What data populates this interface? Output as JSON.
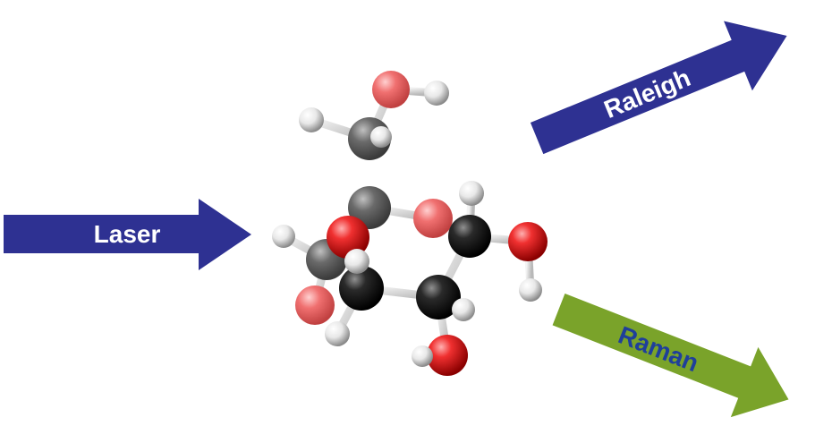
{
  "arrows": {
    "laser": {
      "label": "Laser",
      "fill": "#2E3192",
      "text_color": "#FFFFFF"
    },
    "raleigh": {
      "label": "Raleigh",
      "fill": "#2E3192",
      "text_color": "#FFFFFF"
    },
    "raman": {
      "label": "Raman",
      "fill": "#7AA32A",
      "text_color": "#1F3F9A"
    }
  },
  "colors": {
    "oxygen": "#E32020",
    "carbon": "#1A1A1A",
    "hydrogen": "#EEEEEE",
    "bond": "#DDDDDD"
  }
}
